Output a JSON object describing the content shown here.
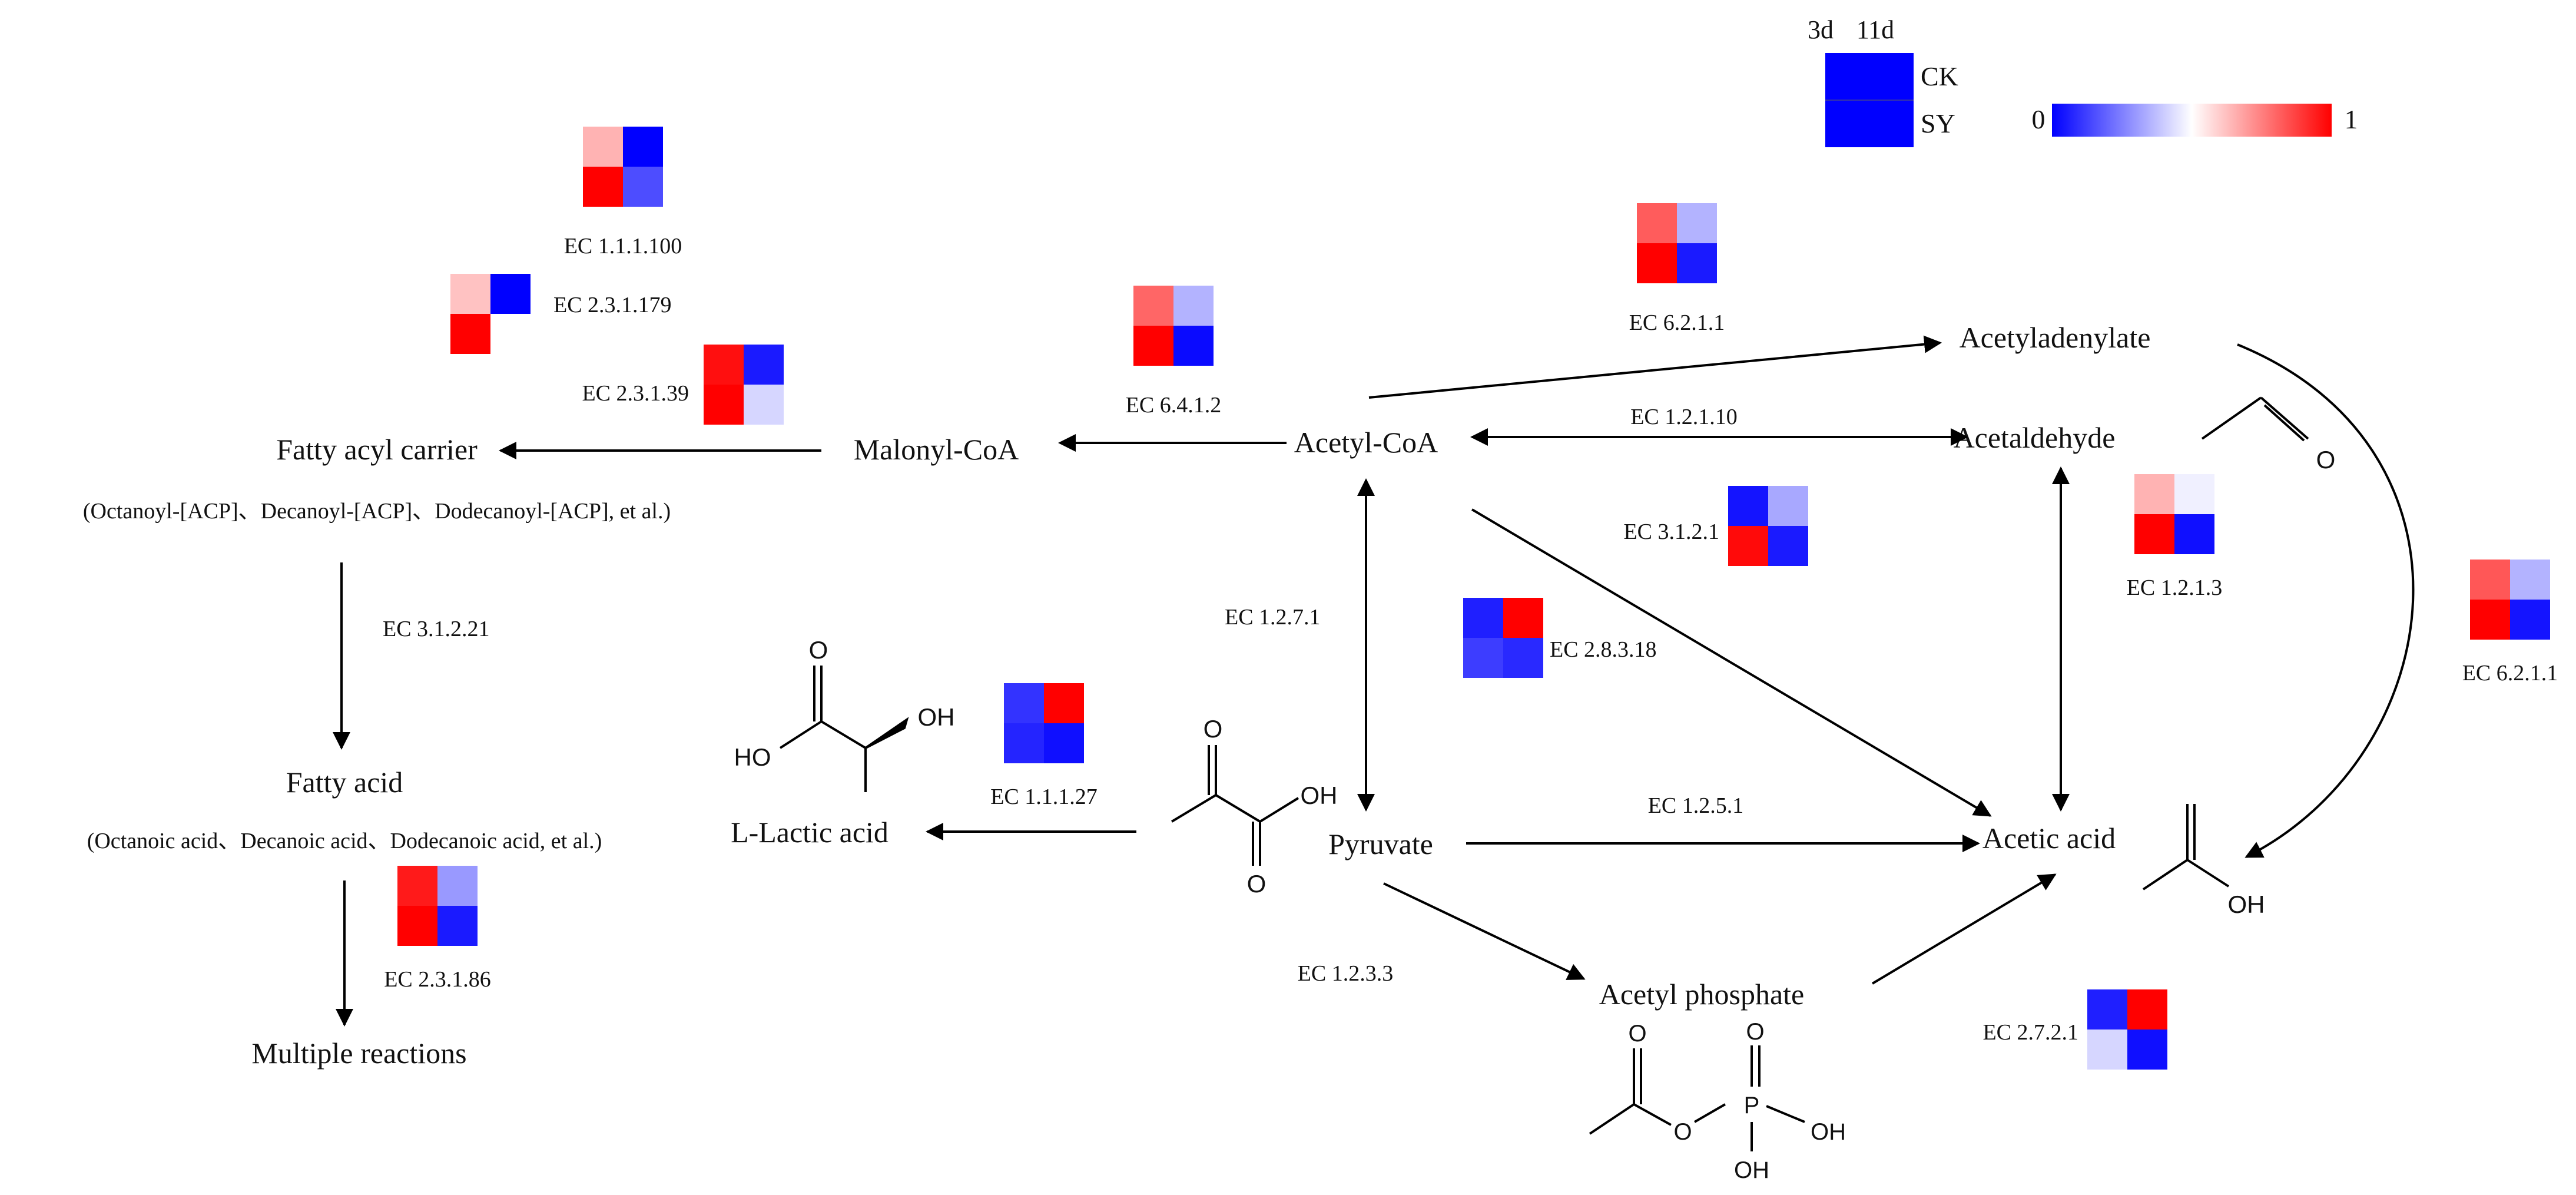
{
  "legend": {
    "col_labels": [
      "3d",
      "11d"
    ],
    "row_labels": [
      "CK",
      "SY"
    ],
    "scale_min": "0",
    "scale_max": "1",
    "color_low": "#0000ff",
    "color_mid": "#ffffff",
    "color_high": "#ff0000"
  },
  "metabolites": {
    "fatty_acyl_carrier": "Fatty acyl carrier",
    "fatty_acyl_examples": "(Octanoyl-[ACP]、Decanoyl-[ACP]、Dodecanoyl-[ACP], et al.)",
    "fatty_acid": "Fatty acid",
    "fatty_acid_examples": "(Octanoic acid、Decanoic acid、Dodecanoic acid, et al.)",
    "multiple_reactions": "Multiple reactions",
    "malonyl_coa": "Malonyl-CoA",
    "acetyl_coa": "Acetyl-CoA",
    "l_lactic_acid": "L-Lactic acid",
    "pyruvate": "Pyruvate",
    "acetyl_phosphate": "Acetyl phosphate",
    "acetyladenylate": "Acetyladenylate",
    "acetaldehyde": "Acetaldehyde",
    "acetic_acid": "Acetic acid"
  },
  "enzymes": [
    {
      "id": "ec-1-1-1-100",
      "label": "EC 1.1.1.100",
      "values": [
        [
          0.65,
          0.0
        ],
        [
          1.0,
          0.15
        ]
      ]
    },
    {
      "id": "ec-2-3-1-179",
      "label": "EC 2.3.1.179",
      "values": [
        [
          0.62,
          0.0
        ],
        [
          1.0,
          0.5
        ]
      ]
    },
    {
      "id": "ec-2-3-1-39",
      "label": "EC 2.3.1.39",
      "values": [
        [
          0.97,
          0.05
        ],
        [
          1.0,
          0.42
        ]
      ]
    },
    {
      "id": "ec-6-4-1-2",
      "label": "EC 6.4.1.2",
      "values": [
        [
          0.8,
          0.35
        ],
        [
          1.0,
          0.02
        ]
      ]
    },
    {
      "id": "ec-6-2-1-1-top",
      "label": "EC 6.2.1.1",
      "values": [
        [
          0.82,
          0.35
        ],
        [
          1.0,
          0.05
        ]
      ]
    },
    {
      "id": "ec-3-1-2-1",
      "label": "EC 3.1.2.1",
      "values": [
        [
          0.04,
          0.33
        ],
        [
          0.98,
          0.05
        ]
      ]
    },
    {
      "id": "ec-1-2-1-3",
      "label": "EC 1.2.1.3",
      "values": [
        [
          0.65,
          0.47
        ],
        [
          1.0,
          0.03
        ]
      ]
    },
    {
      "id": "ec-6-2-1-1-right",
      "label": "EC 6.2.1.1",
      "values": [
        [
          0.83,
          0.35
        ],
        [
          1.0,
          0.04
        ]
      ]
    },
    {
      "id": "ec-2-8-3-18",
      "label": "EC 2.8.3.18",
      "values": [
        [
          0.06,
          1.0
        ],
        [
          0.12,
          0.08
        ]
      ]
    },
    {
      "id": "ec-1-1-1-27",
      "label": "EC 1.1.1.27",
      "values": [
        [
          0.1,
          1.0
        ],
        [
          0.07,
          0.03
        ]
      ]
    },
    {
      "id": "ec-2-3-1-86",
      "label": "EC 2.3.1.86",
      "values": [
        [
          0.95,
          0.3
        ],
        [
          1.0,
          0.05
        ]
      ]
    },
    {
      "id": "ec-2-7-2-1",
      "label": "EC 2.7.2.1",
      "values": [
        [
          0.06,
          1.0
        ],
        [
          0.42,
          0.03
        ]
      ]
    }
  ],
  "reaction_labels": {
    "ec_3_1_2_21": "EC 3.1.2.21",
    "ec_1_2_1_10": "EC 1.2.1.10",
    "ec_1_2_7_1": "EC 1.2.7.1",
    "ec_1_2_5_1": "EC 1.2.5.1",
    "ec_1_2_3_3": "EC 1.2.3.3"
  },
  "structure_atoms": {
    "lactic_ho": "HO",
    "lactic_oh": "OH",
    "lactic_o": "O",
    "pyruvate_o_top": "O",
    "pyruvate_oh": "OH",
    "pyruvate_o_bottom": "O",
    "acetaldehyde_o": "O",
    "acetic_oh": "OH",
    "acp_o_carbonyl": "O",
    "acp_o_bridge": "O",
    "acp_o_top": "O",
    "acp_p": "P",
    "acp_oh_right": "OH",
    "acp_oh_bottom": "OH"
  }
}
